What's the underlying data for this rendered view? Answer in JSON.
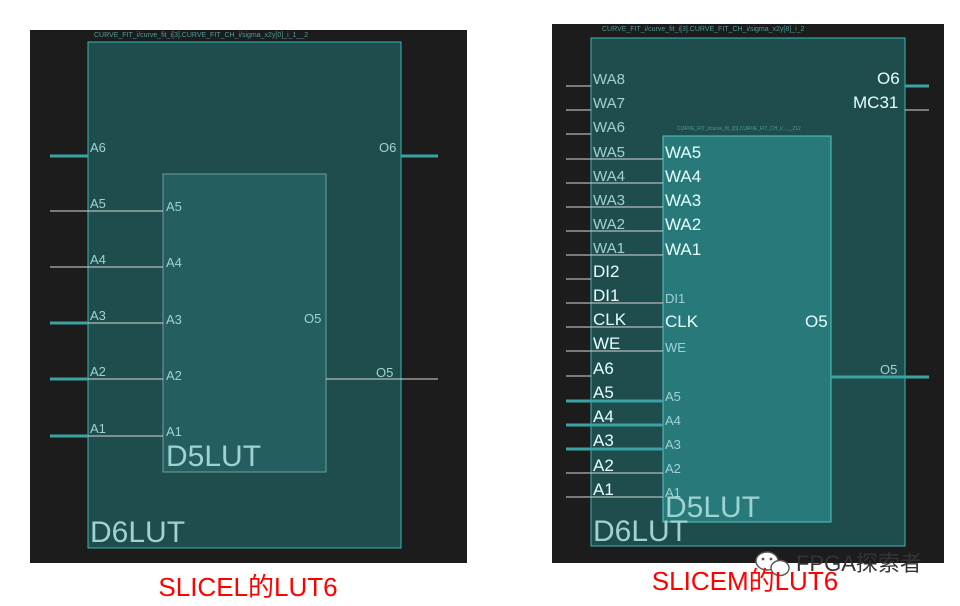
{
  "left": {
    "title": "CURVE_FIT_i/curve_fit_i[3].CURVE_FIT_CH_i/sigma_x2y[0]_i_1__2",
    "outer_name": "D6LUT",
    "inner_name": "D5LUT",
    "outer_inputs": [
      "A6",
      "A5",
      "A4",
      "A3",
      "A2",
      "A1"
    ],
    "inner_inputs": [
      "A5",
      "A4",
      "A3",
      "A2",
      "A1"
    ],
    "inner_output": "O5",
    "out_o6": "O6",
    "out_o5": "O5",
    "caption": "SLICEL的LUT6"
  },
  "right": {
    "title": "CURVE_FIT_i/curve_fit_i[3].CURVE_FIT_CH_i/sigma_x2y[8]_i_2",
    "inner_title": "CURVE_FIT_i/curve_fit_i[3].CURVE_FIT_CH_i/...__212",
    "outer_name": "D6LUT",
    "inner_name": "D5LUT",
    "outer_inputs": [
      "WA8",
      "WA7",
      "WA6",
      "WA5",
      "WA4",
      "WA3",
      "WA2",
      "WA1",
      "DI2",
      "DI1",
      "CLK",
      "WE",
      "A6",
      "A5",
      "A4",
      "A3",
      "A2",
      "A1"
    ],
    "inner_inputs": [
      "WA5",
      "WA4",
      "WA3",
      "WA2",
      "WA1",
      "DI1",
      "CLK",
      "WE",
      "A5",
      "A4",
      "A3",
      "A2",
      "A1"
    ],
    "inner_output": "O5",
    "out_o6": "O6",
    "out_mc31": "MC31",
    "out_o5": "O5",
    "caption": "SLICEM的LUT6"
  },
  "watermark": "FPGA探索者",
  "colors": {
    "background": "#1c1c1c",
    "block_fill": "#1f4d4d",
    "inner_fill": "#2a8282",
    "outline": "#39b5b5",
    "wire": "#d8d8d8",
    "caption": "#ff0000"
  }
}
